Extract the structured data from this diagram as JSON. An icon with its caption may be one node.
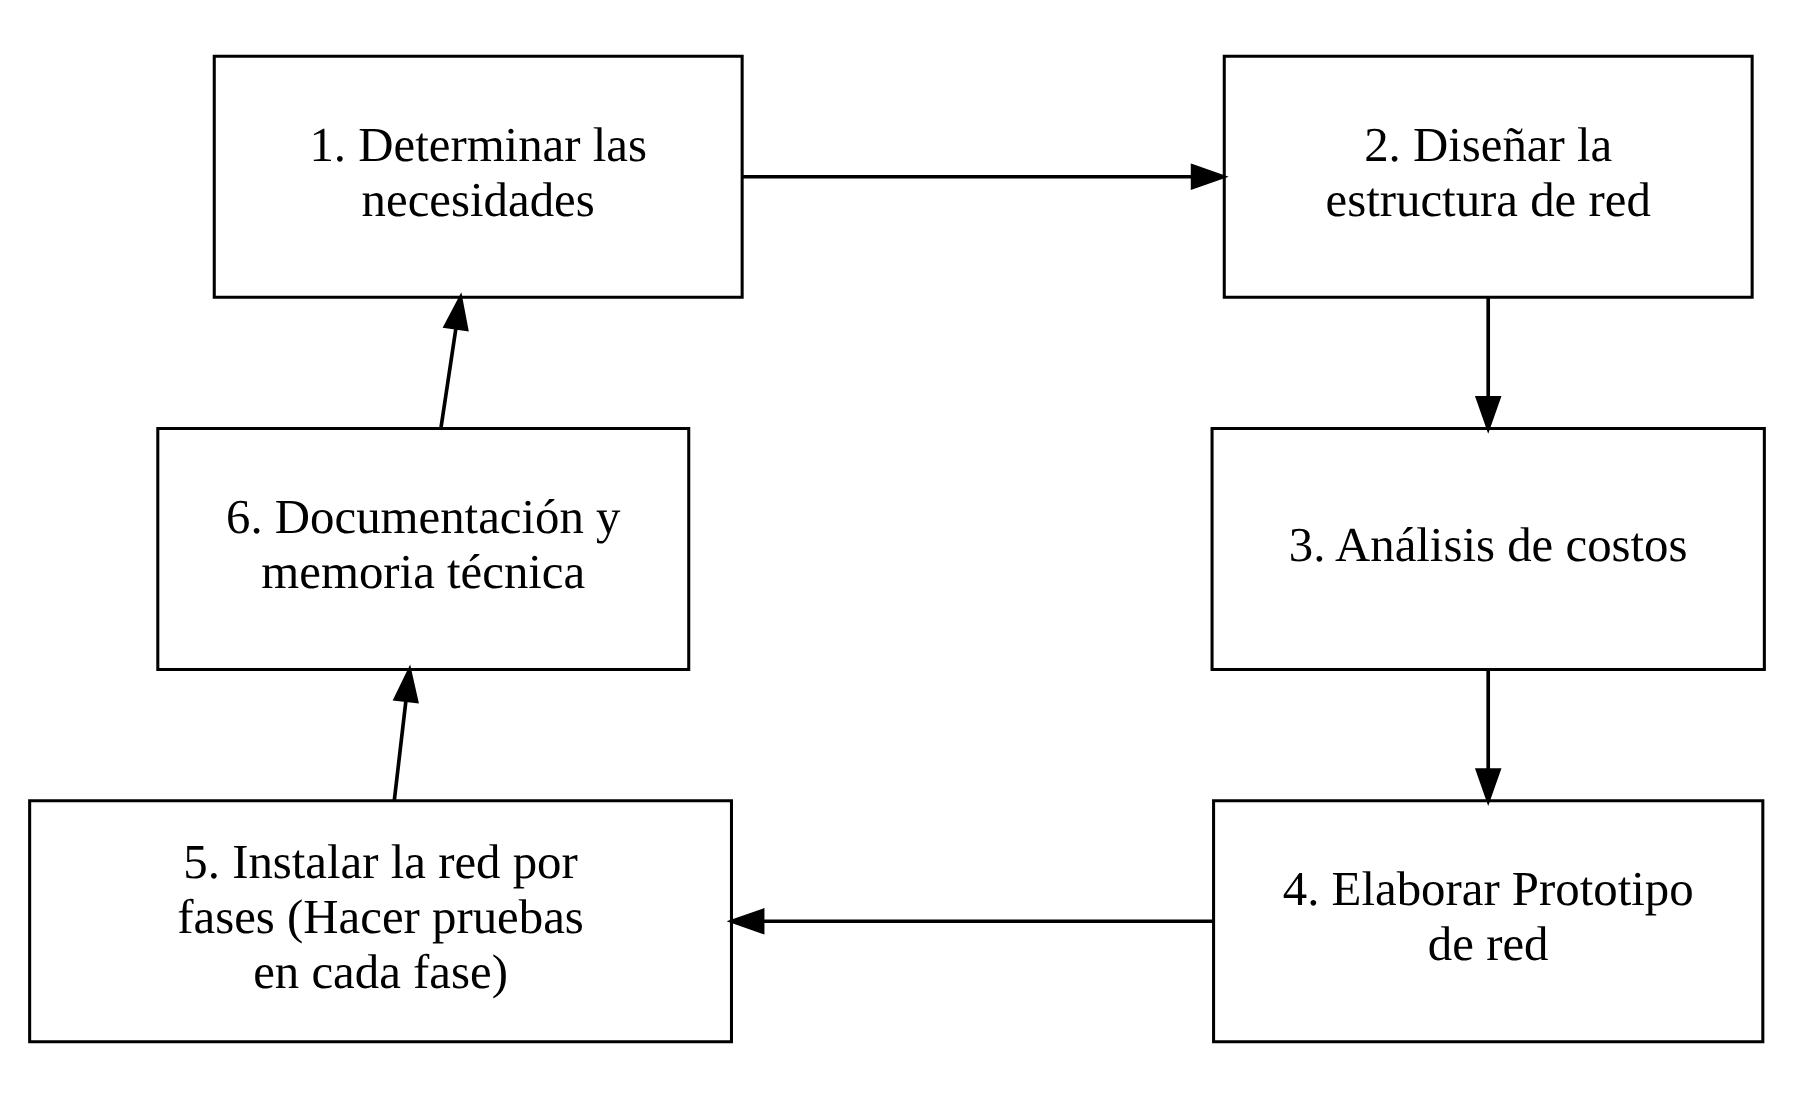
{
  "diagram": {
    "nodes": [
      {
        "text": [
          "1. Determinar las necesidades"
        ]
      },
      {
        "text": [
          "2. Diseñar la estructura de red"
        ]
      },
      {
        "text": [
          "3. Análisis de costos"
        ]
      },
      {
        "text": [
          "4. Elaborar Prototipo de red"
        ]
      },
      {
        "text": [
          "5. Instalar la red por fases (Hacer pruebas en cada fase)"
        ]
      },
      {
        "text": [
          "6. Documentación y memoria técnica"
        ]
      }
    ],
    "edges": [
      {
        "from": 0,
        "to": 1,
        "arrow": "to"
      },
      {
        "from": 1,
        "to": 2,
        "arrow": "to"
      },
      {
        "from": 2,
        "to": 3,
        "arrow": "to"
      },
      {
        "from": 3,
        "to": 4,
        "arrow": "to"
      },
      {
        "from": 4,
        "to": 5,
        "arrow": "to"
      },
      {
        "from": 5,
        "to": 0,
        "arrow": "to"
      }
    ]
  }
}
